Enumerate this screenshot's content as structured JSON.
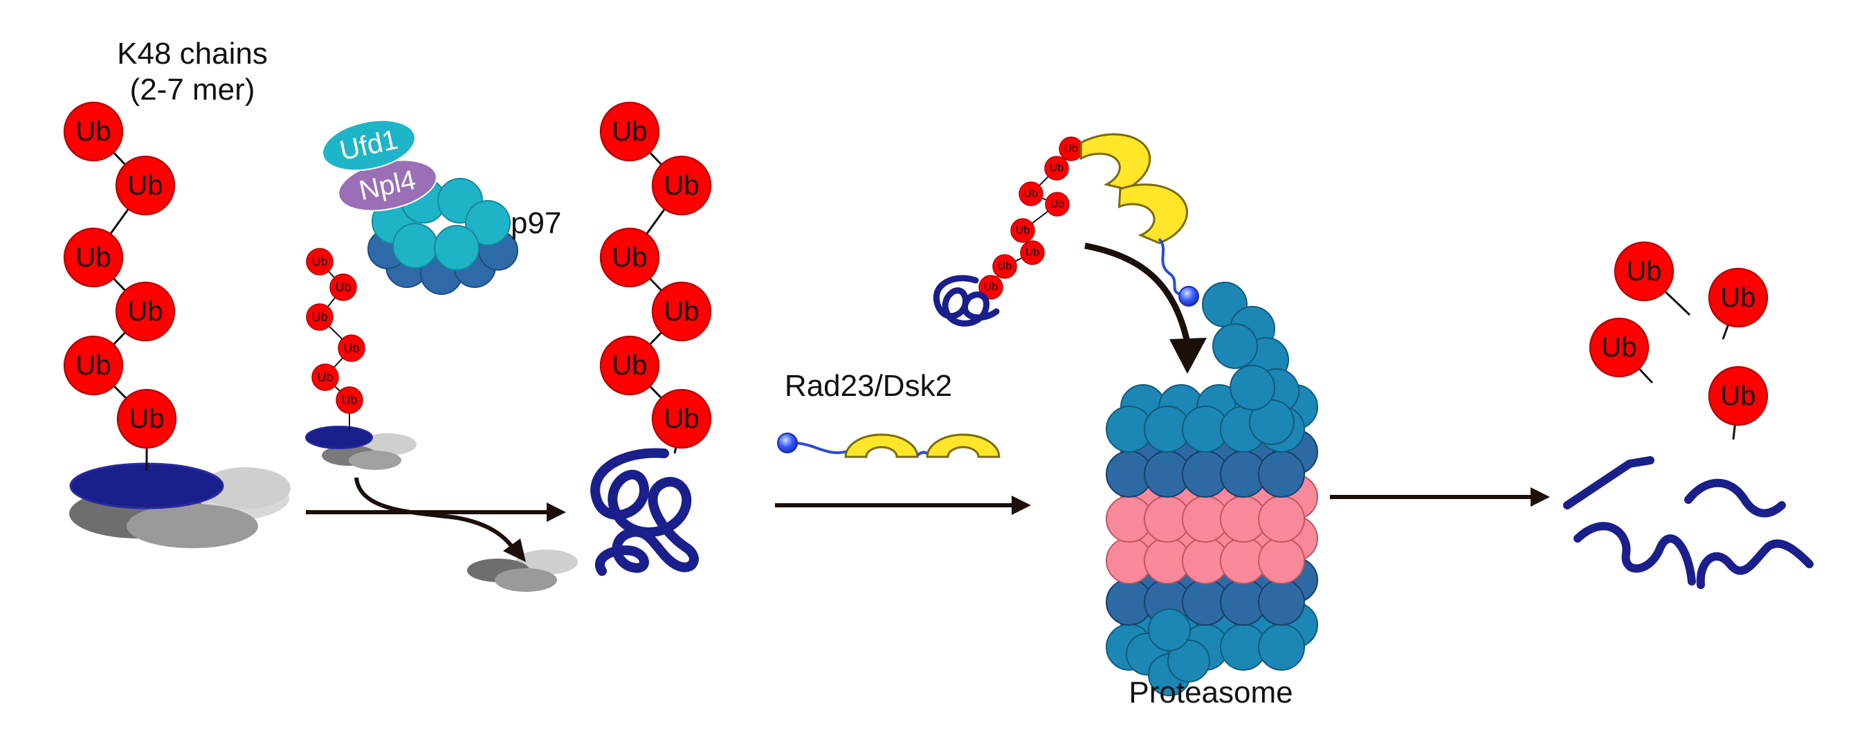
{
  "title": "",
  "labels": {
    "k48_line1": "K48 chains",
    "k48_line2": "(2-7 mer)",
    "ufd1": "Ufd1",
    "npl4": "Npl4",
    "p97": "p97",
    "shuttle": "Rad23/Dsk2",
    "proteasome": "Proteasome",
    "ub": "Ub"
  },
  "colors": {
    "ubiquitin": "#ff0000",
    "substrate": "#1a1f8c",
    "p97_light": "#1fb3c8",
    "p97_dark": "#2f6aa8",
    "proteasome_blue": "#1c86b4",
    "proteasome_dark": "#2d6aa3",
    "proteasome_pink": "#f7899a",
    "ubl_domain": "#3050ff",
    "uba_domain": "#ffe629",
    "ufd1": "#1fb5c9",
    "npl4": "#9b6fb5",
    "arrow": "#1a0f0a"
  },
  "icons": [
    "ubiquitin-ball-icon",
    "substrate-disc-icon",
    "p97-hexamer-icon",
    "proteasome-icon",
    "shuttle-protein-icon",
    "unfolded-substrate-icon",
    "peptide-fragments-icon"
  ]
}
